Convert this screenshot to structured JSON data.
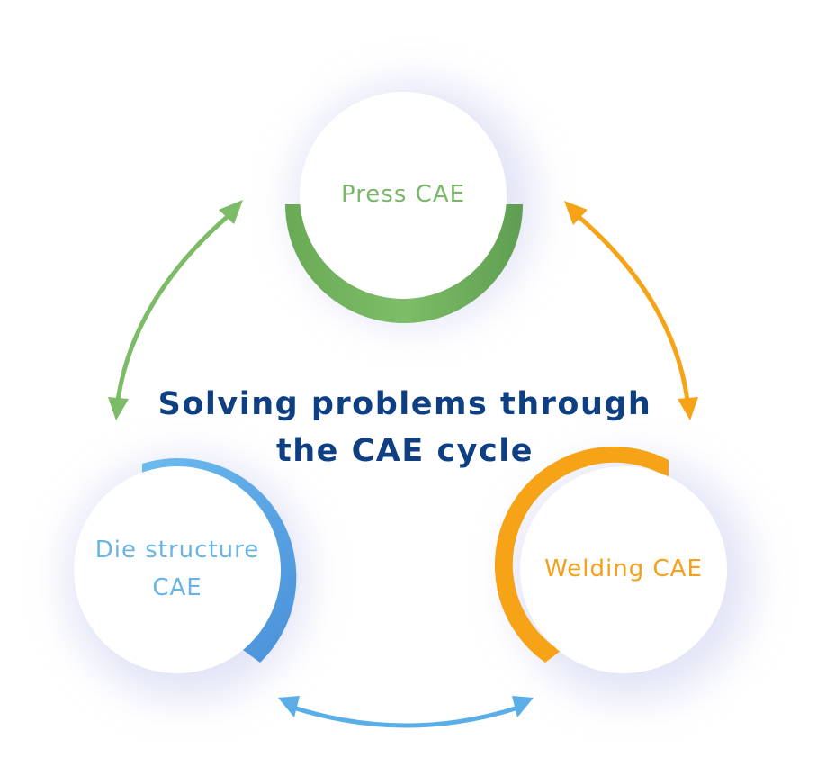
{
  "title": {
    "line1": "Solving problems through",
    "line2": "the CAE cycle"
  },
  "nodes": {
    "press": {
      "label": "Press CAE"
    },
    "die": {
      "line1": "Die structure",
      "line2": "CAE"
    },
    "weld": {
      "label": "Welding CAE"
    }
  },
  "colors": {
    "title": "#0e3f82",
    "press_label": "#7cb66a",
    "die_label": "#6ab4e3",
    "weld_label": "#f5a01a",
    "green": "#7cbb67",
    "orange": "#f6a317",
    "blue": "#5aaee7",
    "circle": "#ffffff"
  }
}
